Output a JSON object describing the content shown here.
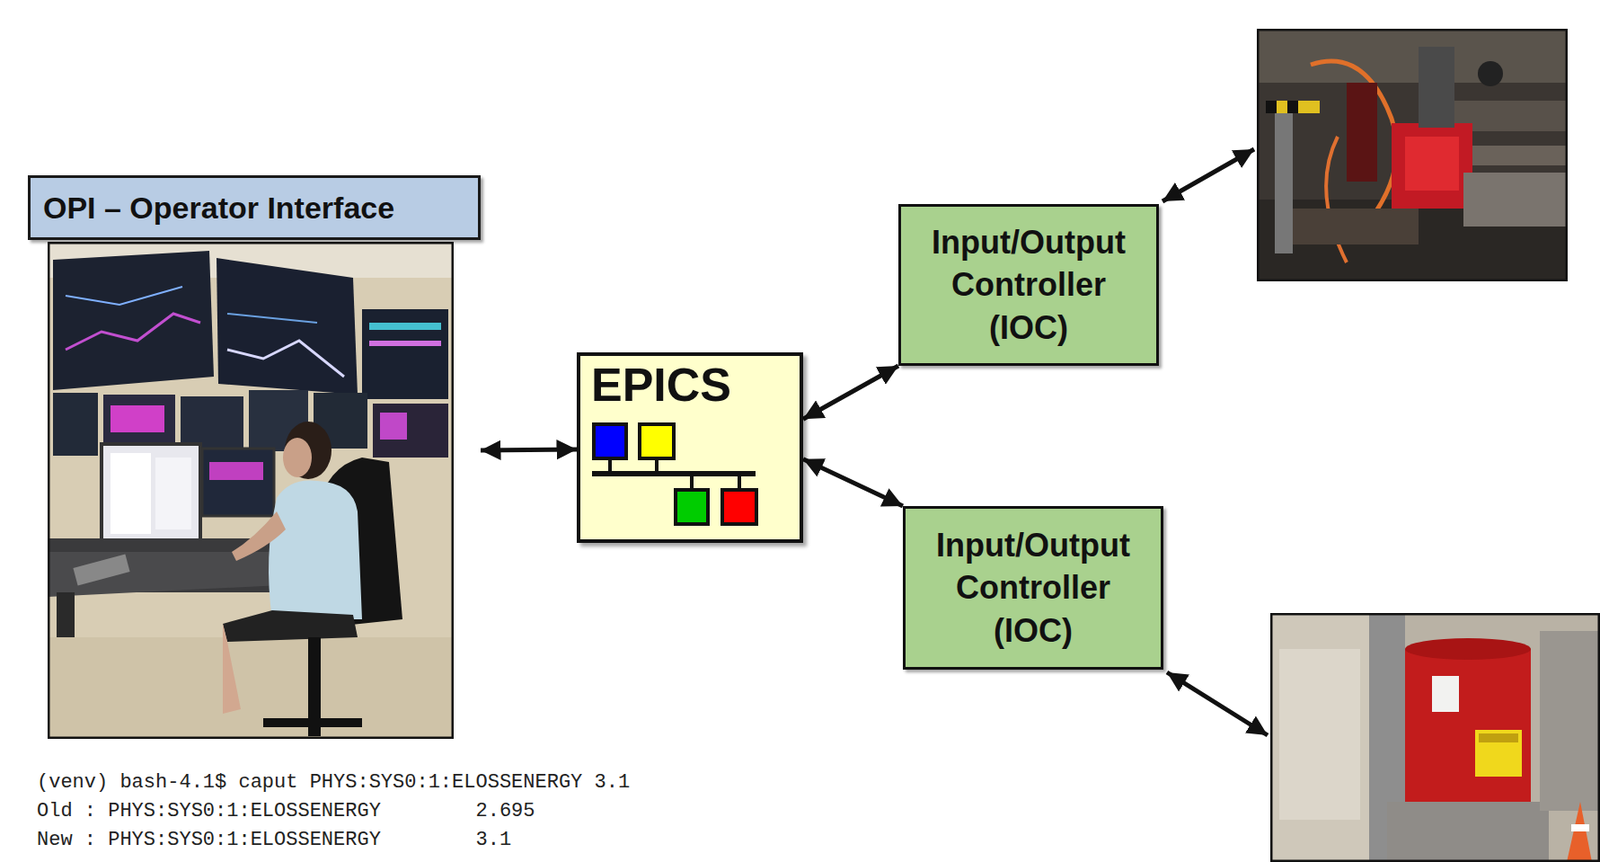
{
  "diagram": {
    "nodes": [
      {
        "text": [
          "OPI – Operator Interface"
        ]
      },
      {
        "text": [
          "EPICS"
        ]
      },
      {
        "text": [
          "Input/Output Controller (IOC)"
        ]
      },
      {
        "text": [
          "Input/Output Controller (IOC)"
        ]
      }
    ],
    "edges": [
      {
        "from": 0,
        "to": 1,
        "arrow": "both"
      },
      {
        "from": 1,
        "to": 2,
        "arrow": "both"
      },
      {
        "from": 1,
        "to": 3,
        "arrow": "both"
      }
    ],
    "labels": [
      "(venv) bash-4.1$ caput PHYS:SYS0:1:ELOSSENERGY 3.1",
      "Old : PHYS:SYS0:1:ELOSSENERGY        2.695",
      "New : PHYS:SYS0:1:ELOSSENERGY        3.1"
    ]
  }
}
